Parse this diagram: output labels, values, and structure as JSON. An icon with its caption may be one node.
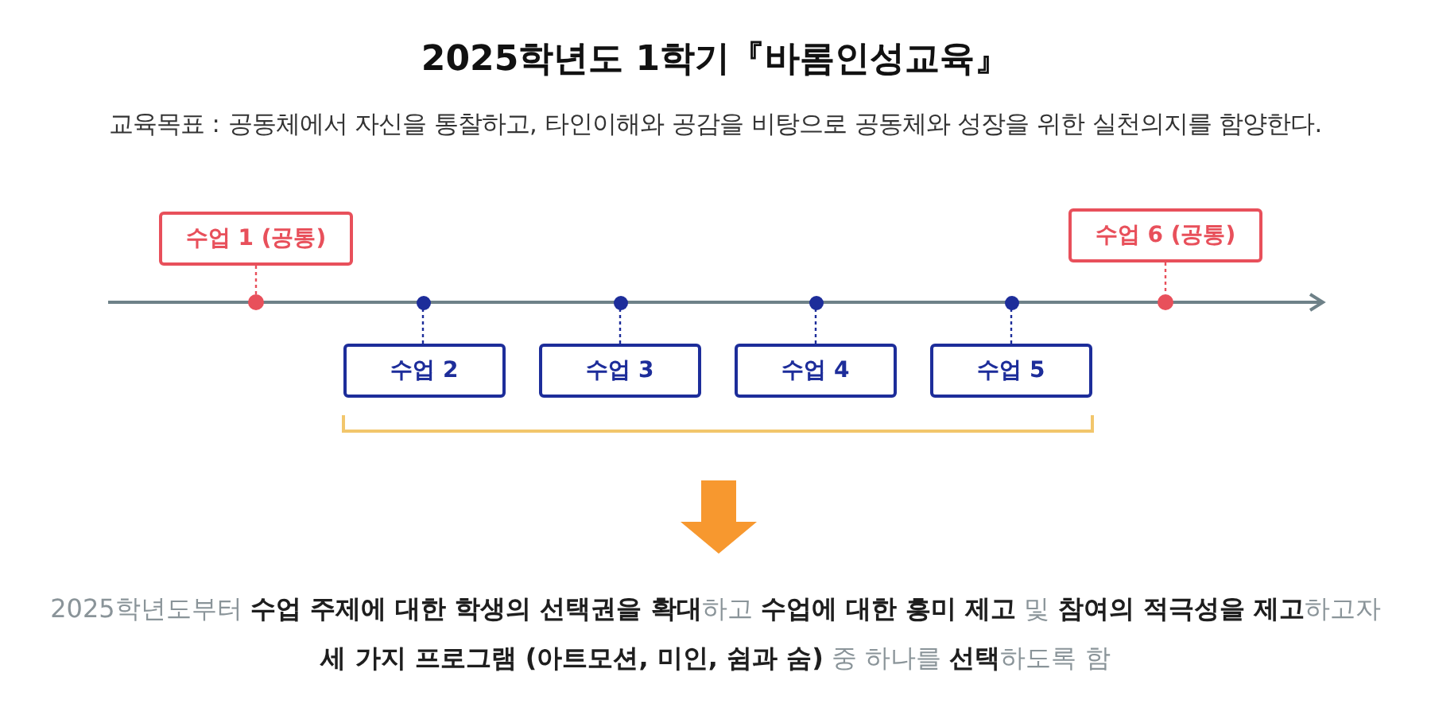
{
  "diagram": {
    "title": "2025학년도 1학기『바롬인성교육』",
    "nodes": [
      {
        "text": [
          "수업 1 (공통)"
        ]
      },
      {
        "text": [
          "수업 6 (공통)"
        ]
      },
      {
        "text": [],
        "shape": "circle"
      },
      {
        "text": [],
        "shape": "circle"
      },
      {
        "text": [],
        "shape": "circle"
      },
      {
        "text": [],
        "shape": "circle"
      },
      {
        "text": [],
        "shape": "circle"
      },
      {
        "text": [],
        "shape": "circle"
      },
      {
        "text": [
          "수업 2"
        ]
      },
      {
        "text": [
          "수업 3"
        ]
      },
      {
        "text": [
          "수업 4"
        ]
      },
      {
        "text": [
          "수업 5"
        ]
      }
    ],
    "edges": [
      {
        "from": 0,
        "to": 2,
        "arrow": "none",
        "style": "dashed",
        "color": "#e8505b"
      },
      {
        "from": 1,
        "to": 7,
        "arrow": "none",
        "style": "dashed",
        "color": "#e8505b"
      },
      {
        "from": 8,
        "to": 3,
        "arrow": "none",
        "style": "dashed"
      },
      {
        "from": 9,
        "to": 4,
        "arrow": "none",
        "style": "dashed"
      },
      {
        "from": 10,
        "to": 5,
        "arrow": "none",
        "style": "dashed"
      },
      {
        "from": 11,
        "to": 6,
        "arrow": "none",
        "style": "dashed"
      }
    ],
    "labels": [
      "교육목표 : 공동체에서 자신을 통찰하고, 타인이해와 공감을 비탕으로 공동체와 성장을 위한 실천의지를 함양한다.",
      "2025학년도부터 **수업 주제에 대한 학생의 선택권을 확대**하고 **수업에 대한 흥미 제고** 및 **참여의 적극성을 제고**하고자 **세 가지 프로그램 (아트모션, 미인, 쉼과 숨)** 중 하나를 **선택**하도록 함"
    ]
  }
}
